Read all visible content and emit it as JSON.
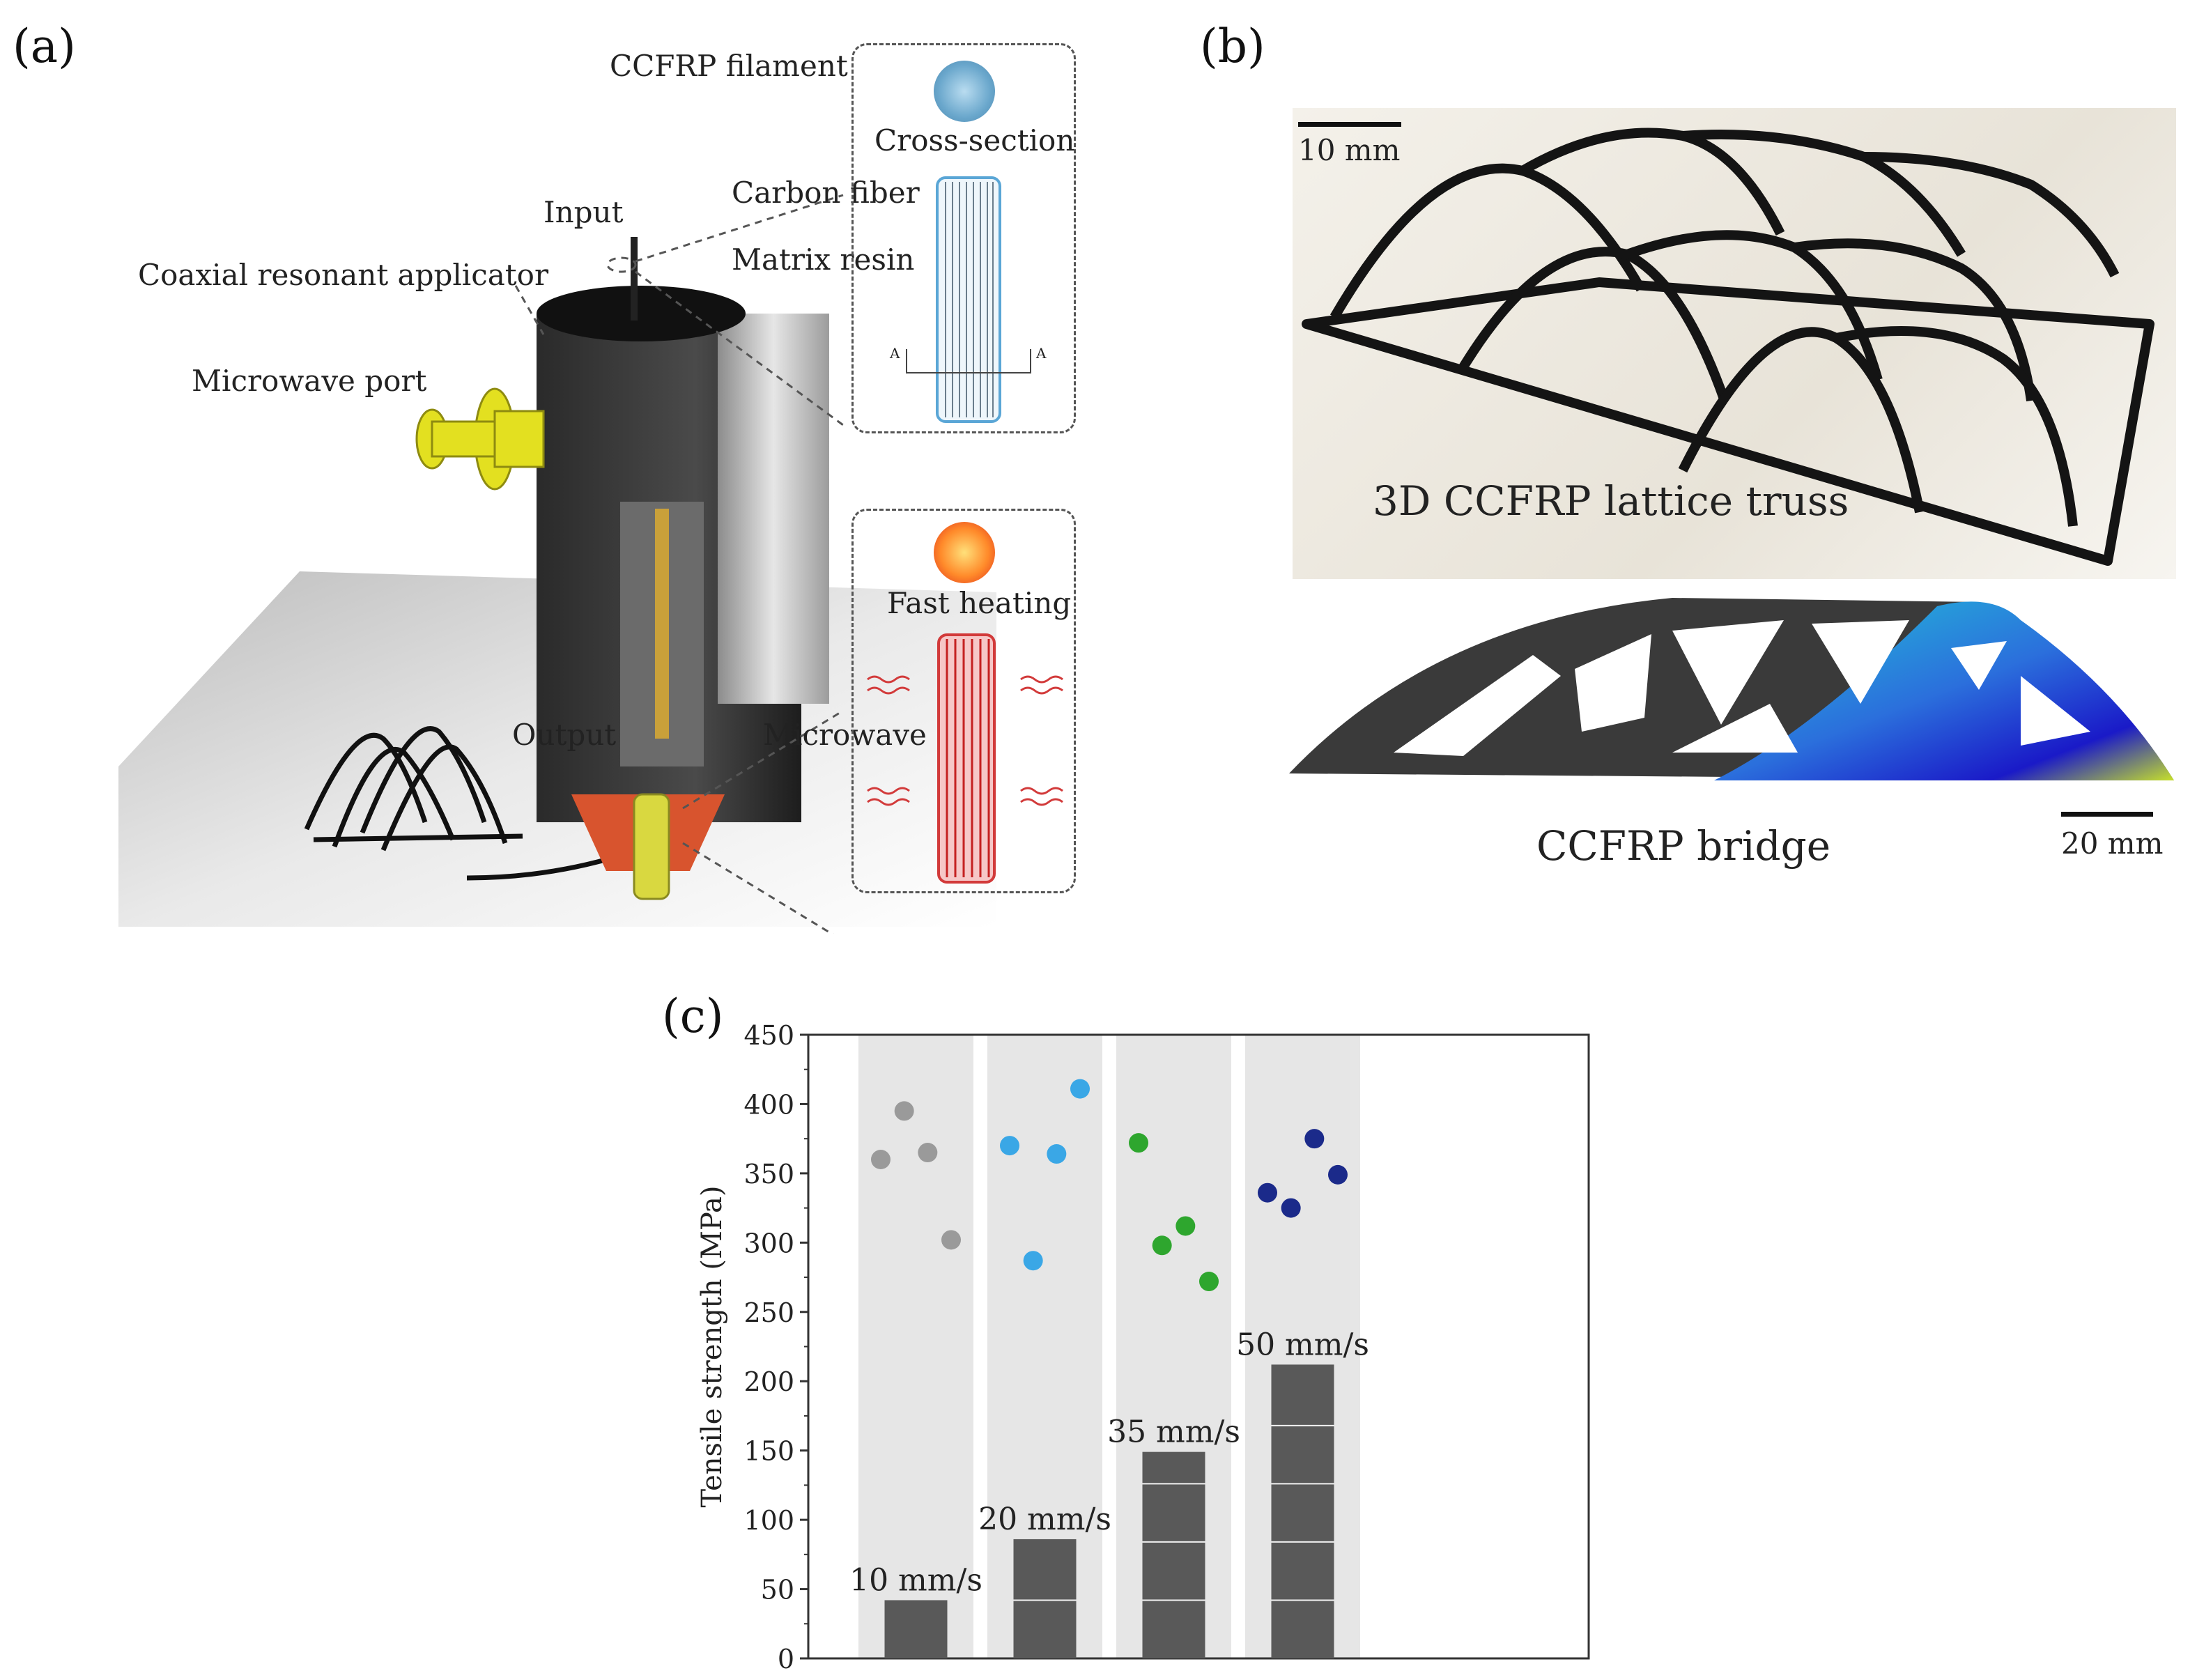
{
  "panels": {
    "a": {
      "label": "(a)",
      "callouts": {
        "filament": "CCFRP filament",
        "input": "Input",
        "applicator": "Coaxial resonant applicator",
        "port": "Microwave port",
        "output": "Output",
        "microwave": "Microwave",
        "cross_section": "Cross-section",
        "carbon_fiber": "Carbon fiber",
        "matrix_resin": "Matrix resin",
        "fast_heating": "Fast heating",
        "section_marker": "A"
      }
    },
    "b": {
      "label": "(b)",
      "truss_caption": "3D CCFRP lattice truss",
      "truss_scale": "10 mm",
      "bridge_caption": "CCFRP bridge",
      "bridge_scale": "20 mm"
    },
    "c": {
      "label": "(c)"
    }
  },
  "chart_data": {
    "type": "scatter",
    "ylabel": "Tensile strength (MPa)",
    "xlabel": "",
    "ylim": [
      0,
      450
    ],
    "yticks": [
      0,
      50,
      100,
      150,
      200,
      250,
      300,
      350,
      400,
      450
    ],
    "groups": [
      {
        "label": "10 mm/s",
        "bar_value": 42,
        "color": "#9a9a9a",
        "points": [
          360,
          395,
          365,
          302
        ]
      },
      {
        "label": "20 mm/s",
        "bar_value": 86,
        "color": "#3aa7e6",
        "points": [
          370,
          287,
          364,
          411
        ]
      },
      {
        "label": "35 mm/s",
        "bar_value": 149,
        "color": "#2ea62e",
        "points": [
          372,
          298,
          312,
          272
        ]
      },
      {
        "label": "50 mm/s",
        "bar_value": 212,
        "color": "#1b2a8a",
        "points": [
          336,
          325,
          375,
          349
        ]
      }
    ],
    "bar_segment": 42
  }
}
